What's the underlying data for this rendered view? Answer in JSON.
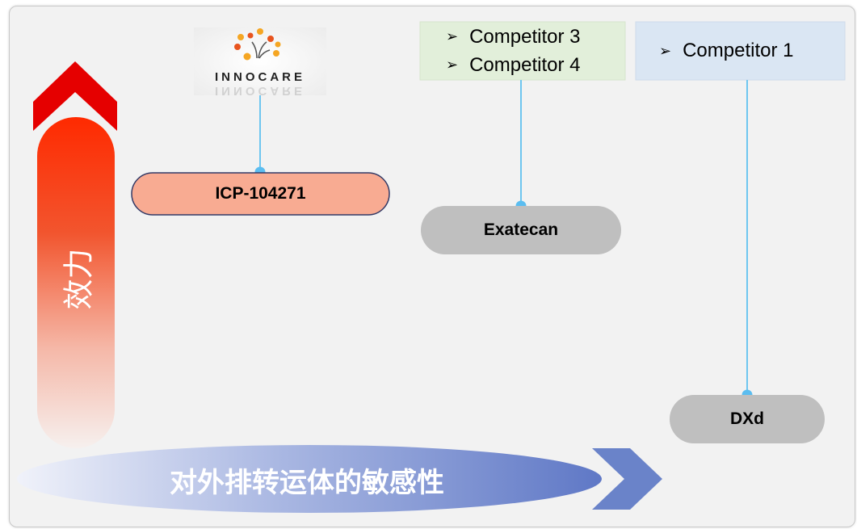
{
  "logo": {
    "text": "INNOCARE"
  },
  "competitors_box_left": {
    "items": [
      "Competitor 3",
      "Competitor 4"
    ]
  },
  "competitors_box_right": {
    "items": [
      "Competitor 1"
    ]
  },
  "list_marker": "➢",
  "nodes": {
    "icp": "ICP-104271",
    "exatecan": "Exatecan",
    "dxd": "DXd"
  },
  "y_axis_label": "效力",
  "x_axis_label": "对外排转运体的敏感性",
  "colors": {
    "icp_fill": "#f8ab92",
    "grey_pill": "#bfbfbf",
    "connector": "#6ec6f0",
    "left_box": "#e2efda",
    "right_box": "#dae6f3",
    "x_arrow": "#6a83c9",
    "y_arrow_top": "#e50000"
  }
}
